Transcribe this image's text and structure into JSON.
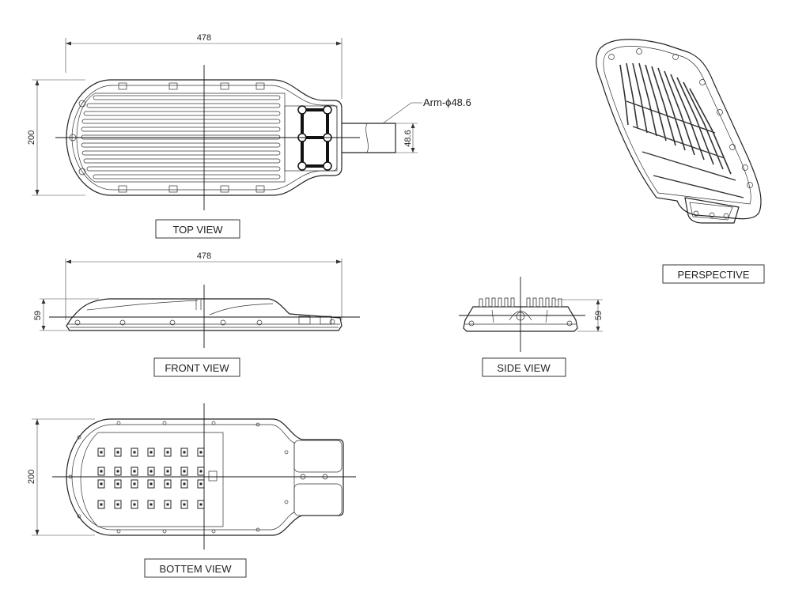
{
  "drawing": {
    "labels": {
      "top": "TOP VIEW",
      "front": "FRONT VIEW",
      "side": "SIDE VIEW",
      "bottom": "BOTTEM VIEW",
      "perspective": "PERSPECTIVE"
    },
    "dimensions": {
      "top_length": "478",
      "top_width": "200",
      "arm_diameter": "48.6",
      "front_length": "478",
      "front_height": "59",
      "side_height": "59",
      "bottom_width": "200"
    },
    "arm_callout": "Arm-ϕ48.6",
    "led_grid": {
      "columns": 7,
      "rows": 4
    }
  }
}
